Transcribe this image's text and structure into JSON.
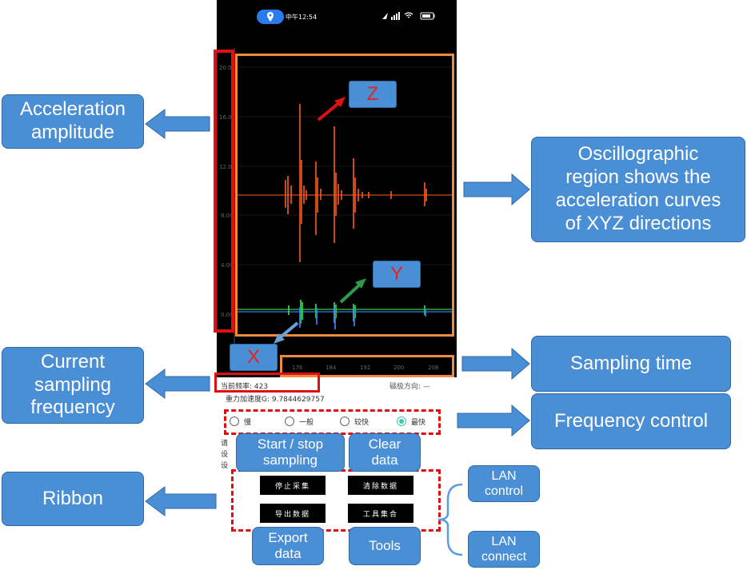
{
  "status_bar": {
    "time": "中午12:54",
    "battery": "⊡"
  },
  "chart": {
    "y_ticks": [
      "20.0",
      "16.00",
      "12.00",
      "8.00",
      "4.00",
      "0.00"
    ],
    "x_ticks": [
      "176",
      "184",
      "192",
      "200",
      "208"
    ]
  },
  "info": {
    "current_freq_label": "当前频率: 423",
    "gravity_label": "重力加速度G: 9.7844629757",
    "mag_label": "磁极方向: —"
  },
  "frequency": {
    "options": [
      "慢",
      "一般",
      "较快",
      "最快"
    ],
    "selected": 3
  },
  "side_text": [
    "请",
    "设",
    "设"
  ],
  "ribbon": {
    "stop_sampling": "停止采集",
    "clear_data": "清除数据",
    "export_data": "导出数据",
    "toolset": "工具集合"
  },
  "callouts": {
    "acceleration_amplitude": "Acceleration\namplitude",
    "current_sampling_frequency": "Current\nsampling\nfrequency",
    "ribbon": "Ribbon",
    "oscillographic": "Oscillographic\nregion shows the\nacceleration curves\nof XYZ directions",
    "sampling_time": "Sampling time",
    "frequency_control": "Frequency control",
    "start_stop": "Start / stop\nsampling",
    "clear_data": "Clear\ndata",
    "export_data": "Export\ndata",
    "tools": "Tools",
    "lan_control": "LAN\ncontrol",
    "lan_connect": "LAN\nconnect"
  },
  "axis_tags": {
    "z": "Z",
    "y": "Y",
    "x": "X"
  },
  "colors": {
    "callout": "#4a8fd6",
    "z_curve": "#ff5a1f",
    "y_curve": "#2fd04a",
    "x_curve": "#3a7bf0",
    "highlight_red": "#e01010",
    "highlight_orange": "#f08a3c"
  }
}
